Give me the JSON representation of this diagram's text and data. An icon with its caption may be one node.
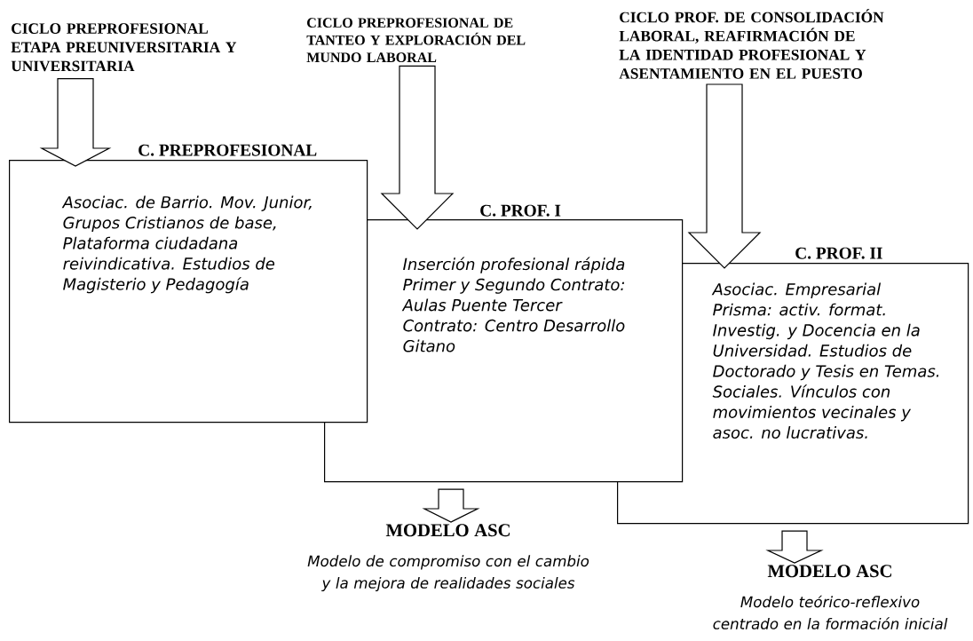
{
  "diagram": {
    "nodes": [
      {
        "text": [
          "CICLO PREPROFESIONAL ETAPA PREUNIVERSITARIA Y UNIVERSITARIA"
        ]
      },
      {
        "text": [
          "CICLO PREPROFESIONAL DE TANTEO Y EXPLORACIÓN DEL MUNDO LABORAL"
        ]
      },
      {
        "text": [
          "CICLO PROF. DE CONSOLIDACIÓN LABORAL, REAFIRMACIÓN DE LA IDENTIDAD PROFESIONAL Y ASENTAMIENTO EN EL PUESTO"
        ]
      },
      {
        "text": [
          "C. PREPROFESIONAL",
          "Asociac. de Barrio. Mov. Junior, Grupos Cristianos de base, Plataforma ciudadana reivindicativa. Estudios de Magisterio y Pedagogía"
        ]
      },
      {
        "text": [
          "C. PROF.  I",
          "Inserción profesional rápida Primer y Segundo Contrato: Aulas Puente Tercer Contrato: Centro Desarrollo Gitano"
        ]
      },
      {
        "text": [
          "C. PROF. II",
          "Asociac. Empresarial Prisma: activ. format. Investig. y Docencia en la Universidad. Estudios de Doctorado y Tesis en Temas. Sociales. Vínculos con movimientos vecinales y asoc. no lucrativas."
        ]
      },
      {
        "text": [
          "MODELO ASC",
          "Modelo de compromiso con el cambio y la mejora de realidades sociales"
        ]
      },
      {
        "text": [
          "MODELO ASC",
          "Modelo teórico-reflexivo centrado en la formación inicial"
        ]
      }
    ],
    "edges": [
      {
        "from": 0,
        "to": 3,
        "arrow": "to"
      },
      {
        "from": 1,
        "to": 4,
        "arrow": "to"
      },
      {
        "from": 2,
        "to": 5,
        "arrow": "to"
      },
      {
        "from": 4,
        "to": 6,
        "arrow": "to"
      },
      {
        "from": 5,
        "to": 7,
        "arrow": "to"
      }
    ]
  }
}
